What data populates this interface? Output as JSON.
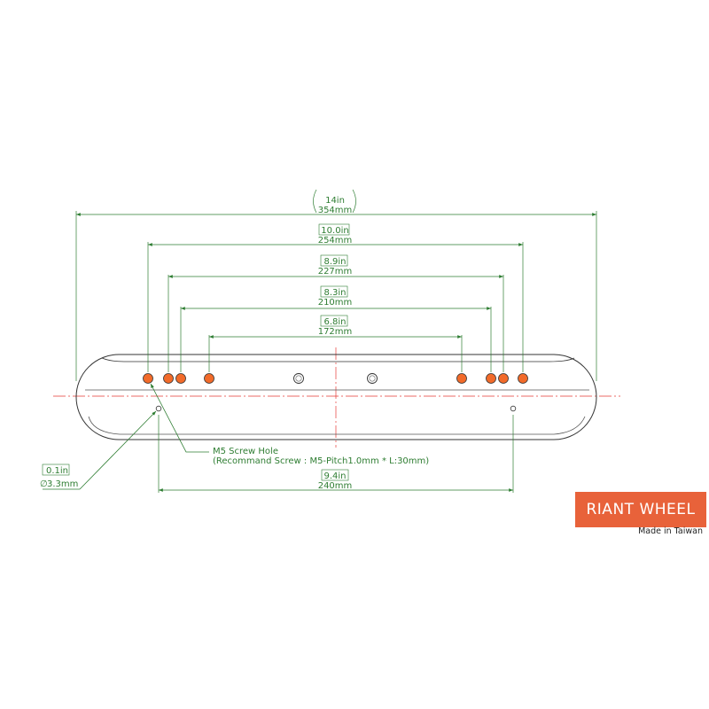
{
  "colors": {
    "dimension": "#2e7d32",
    "centerline": "#e53935",
    "hole_fill": "#f26b2a",
    "outline": "#333333",
    "brand": "#e8623a"
  },
  "dimensions": {
    "overall": {
      "in": "14in",
      "mm": "354mm"
    },
    "outer_holes": {
      "in": "10.0in",
      "mm": "254mm"
    },
    "second_holes": {
      "in": "8.9in",
      "mm": "227mm"
    },
    "third_holes": {
      "in": "8.3in",
      "mm": "210mm"
    },
    "inner_holes": {
      "in": "6.8in",
      "mm": "172mm"
    },
    "lower_holes": {
      "in": "9.4in",
      "mm": "240mm"
    },
    "small_hole": {
      "in": "0.1in",
      "mm": "3.3mm",
      "symbol": "∅"
    }
  },
  "callout": {
    "title": "M5 Screw Hole",
    "detail": "(Recommand Screw : M5-Pitch1.0mm * L:30mm)"
  },
  "brand": {
    "name": "RIANT WHEEL",
    "tagline": "Made in Taiwan"
  }
}
